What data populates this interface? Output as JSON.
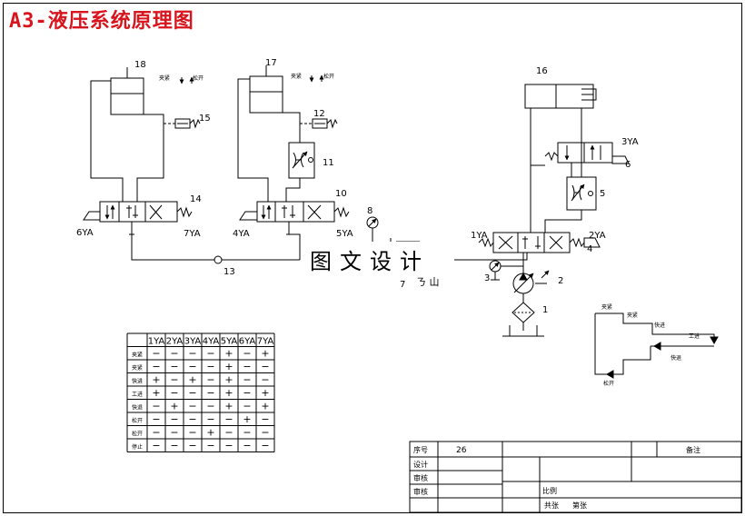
{
  "title": "A3-液压系统原理图",
  "watermark": "图文设计",
  "components": {
    "c18": "18",
    "c17": "17",
    "c16": "16",
    "c15": "15",
    "c14": "14",
    "c13": "13",
    "c12": "12",
    "c11": "11",
    "c10": "10",
    "c8": "8",
    "c7": "7",
    "c6": "6",
    "c5": "5",
    "c4": "4",
    "c3": "3",
    "c2": "2",
    "c1": "1"
  },
  "solenoids": {
    "s6": "6YA",
    "s7": "7YA",
    "s4": "4YA",
    "s5": "5YA",
    "s3": "3YA",
    "s1": "1YA",
    "s2": "2YA"
  },
  "labels": {
    "cyl18_a": "夹紧",
    "cyl18_b": "松开",
    "cyl17_a": "夹紧",
    "cyl17_b": "松开",
    "c7_glyphs": "ㄋ 山"
  },
  "cycle_diagram": {
    "steps": [
      "夹紧",
      "夹紧",
      "快进",
      "工进",
      "快退",
      "松开"
    ]
  },
  "sequence_table": {
    "columns": [
      "1YA",
      "2YA",
      "3YA",
      "4YA",
      "5YA",
      "6YA",
      "7YA"
    ],
    "rows": [
      {
        "label": "夹紧",
        "cells": [
          "−",
          "−",
          "−",
          "−",
          "+",
          "−",
          "+"
        ]
      },
      {
        "label": "夹紧",
        "cells": [
          "−",
          "−",
          "−",
          "−",
          "+",
          "−",
          "−"
        ]
      },
      {
        "label": "快进",
        "cells": [
          "+",
          "−",
          "+",
          "−",
          "+",
          "−",
          "−"
        ]
      },
      {
        "label": "工进",
        "cells": [
          "+",
          "−",
          "−",
          "−",
          "+",
          "−",
          "+"
        ]
      },
      {
        "label": "快退",
        "cells": [
          "−",
          "+",
          "−",
          "−",
          "+",
          "−",
          "+"
        ]
      },
      {
        "label": "松开",
        "cells": [
          "−",
          "−",
          "−",
          "−",
          "−",
          "+",
          "−"
        ]
      },
      {
        "label": "松开",
        "cells": [
          "−",
          "−",
          "−",
          "+",
          "−",
          "−",
          "−"
        ]
      },
      {
        "label": "停止",
        "cells": [
          "−",
          "−",
          "−",
          "−",
          "−",
          "−",
          "−"
        ]
      }
    ]
  },
  "title_block": {
    "seq_label": "序号",
    "seq_value": "26",
    "note_label": "备注",
    "design_label": "设计",
    "check_label": "审核",
    "approve_label": "审核",
    "scale_label": "比例",
    "total_sheets": "共张",
    "sheet_no": "第张"
  }
}
